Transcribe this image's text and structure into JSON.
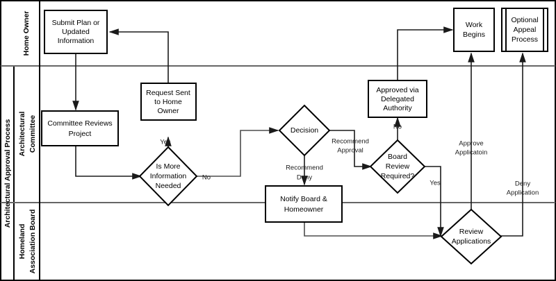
{
  "diagram": {
    "title": "Architectural Approval Process",
    "type": "flowchart-swimlane",
    "pool": {
      "label": "Architectural Approval Process"
    },
    "lanes": [
      {
        "id": "home-owner",
        "label": "Home Owner"
      },
      {
        "id": "architectural-committee",
        "label": "Architectural Committee"
      },
      {
        "id": "homeland-association-board",
        "label": "Homeland Association Board"
      }
    ],
    "nodes": [
      {
        "id": "submit-plan",
        "lane": "home-owner",
        "shape": "process",
        "label_lines": [
          "Submit Plan or",
          "Updated",
          "Information"
        ]
      },
      {
        "id": "work-begins",
        "lane": "home-owner",
        "shape": "process",
        "label_lines": [
          "Work",
          "Begins"
        ]
      },
      {
        "id": "optional-appeal",
        "lane": "home-owner",
        "shape": "predefined-process",
        "label_lines": [
          "Optional",
          "Appeal",
          "Process"
        ]
      },
      {
        "id": "committee-reviews",
        "lane": "architectural-committee",
        "shape": "process",
        "label_lines": [
          "Committee Reviews",
          "Project"
        ]
      },
      {
        "id": "request-sent",
        "lane": "architectural-committee",
        "shape": "process",
        "label_lines": [
          "Request Sent",
          "to Home",
          "Owner"
        ]
      },
      {
        "id": "more-info",
        "lane": "architectural-committee",
        "shape": "decision",
        "label_lines": [
          "Is More",
          "Information",
          "Needed"
        ]
      },
      {
        "id": "decision",
        "lane": "architectural-committee",
        "shape": "decision",
        "label_lines": [
          "Decision"
        ]
      },
      {
        "id": "approved-delegated",
        "lane": "architectural-committee",
        "shape": "process",
        "label_lines": [
          "Approved via",
          "Delegated",
          "Authority"
        ]
      },
      {
        "id": "board-review",
        "lane": "architectural-committee",
        "shape": "decision",
        "label_lines": [
          "Board",
          "Review",
          "Required?"
        ]
      },
      {
        "id": "notify-board",
        "lane": "architectural-committee",
        "shape": "process",
        "label_lines": [
          "Notify Board &",
          "Homeowner"
        ]
      },
      {
        "id": "review-applications",
        "lane": "homeland-association-board",
        "shape": "decision",
        "label_lines": [
          "Review",
          "Applications"
        ]
      }
    ],
    "edge_labels": {
      "more_info_yes": "Yes",
      "more_info_no": "No",
      "recommend_deny_line1": "Recommend",
      "recommend_deny_line2": "Deny",
      "recommend_approval_line1": "Recommend",
      "recommend_approval_line2": "Approval",
      "board_review_no": "No",
      "board_review_yes": "Yes",
      "approve_application_line1": "Approve",
      "approve_application_line2": "Applicatoin",
      "deny_application_line1": "Deny",
      "deny_application_line2": "Application"
    },
    "colors": {
      "node_stroke": "#000000",
      "lane_stroke": "#666666",
      "flow_stroke": "#4d4d4d",
      "background": "#ffffff",
      "text": "#000000"
    }
  }
}
